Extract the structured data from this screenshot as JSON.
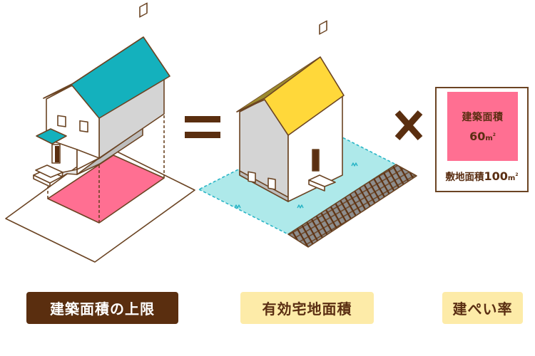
{
  "diagram": {
    "operators": {
      "equals": "=",
      "times": "×"
    },
    "ratio_box": {
      "building_area_label": "建築面積",
      "building_area_value": "60",
      "building_area_unit": "m",
      "site_area_label": "敷地面積",
      "site_area_value": "100",
      "site_area_unit": "m",
      "unit_superscript": "2"
    },
    "labels": {
      "max_building_area": "建築面積の上限",
      "effective_site_area": "有効宅地面積",
      "building_coverage_ratio": "建ぺい率"
    },
    "colors": {
      "brown": "#5a2e0f",
      "outline": "#6b4423",
      "pink": "#ff6f92",
      "teal_roof": "#14b1bd",
      "yellow_roof": "#ffd83a",
      "lot_cyan": "#aee9ea",
      "label_cream": "#fdeba8",
      "wall_gray": "#d3d3d3"
    }
  }
}
